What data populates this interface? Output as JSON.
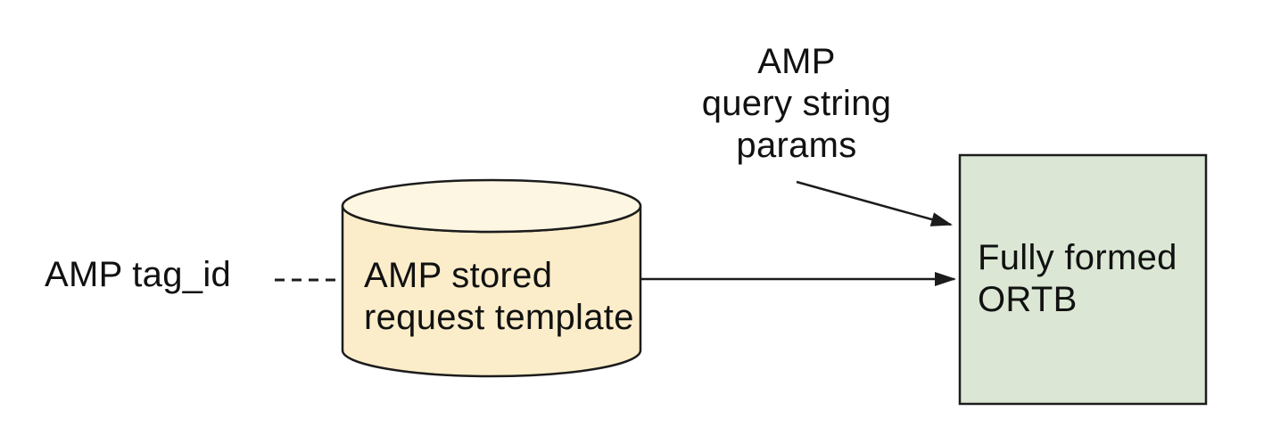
{
  "diagram": {
    "background": "#ffffff",
    "stroke_color": "#1c1c1c",
    "text_color": "#111111",
    "nodes": {
      "amp_tag_id": {
        "label": "AMP tag_id",
        "type": "text"
      },
      "query_params": {
        "label": "AMP\nquery string\nparams",
        "type": "text"
      },
      "stored_request_template": {
        "label": "AMP stored\nrequest template",
        "type": "cylinder",
        "fill": "#fcedca",
        "fill_top": "#fdf6e2"
      },
      "fully_formed_ortb": {
        "label": "Fully formed\nORTB",
        "type": "rectangle",
        "fill": "#dbe7d4"
      }
    },
    "edges": [
      {
        "from": "amp_tag_id",
        "to": "stored_request_template",
        "style": "dashed",
        "arrowhead": false
      },
      {
        "from": "stored_request_template",
        "to": "fully_formed_ortb",
        "style": "solid",
        "arrowhead": true
      },
      {
        "from": "query_params",
        "to": "fully_formed_ortb",
        "style": "solid",
        "arrowhead": true
      }
    ]
  }
}
